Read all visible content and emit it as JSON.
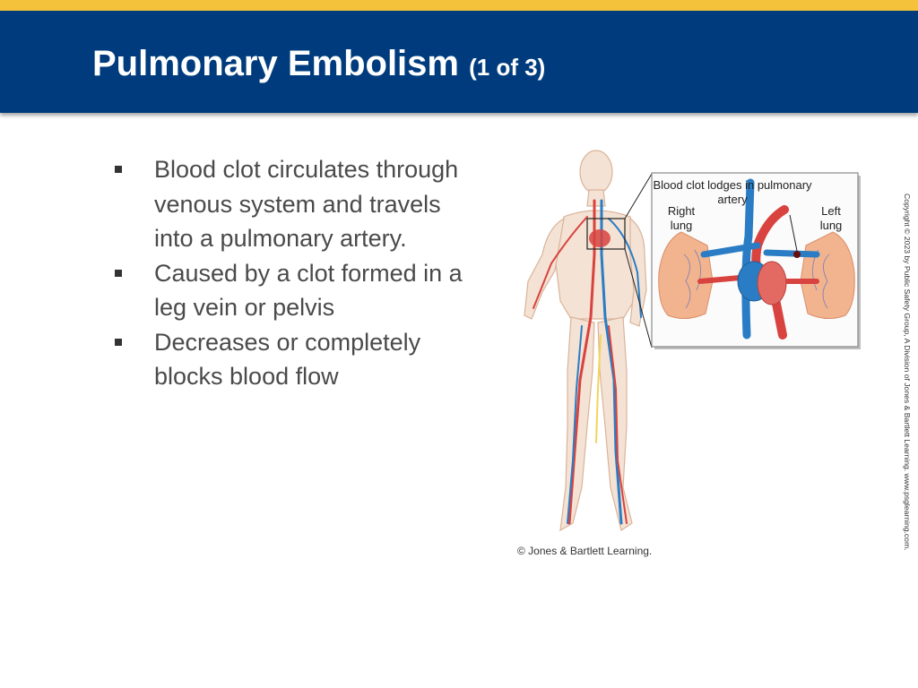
{
  "header": {
    "title": "Pulmonary Embolism",
    "subtitle": "(1 of 3)"
  },
  "bullets": [
    "Blood clot circulates through venous system and travels into a pulmonary artery.",
    "Caused by a clot formed in a leg vein or pelvis",
    "Decreases or completely blocks blood flow"
  ],
  "figure": {
    "callout": "Blood clot lodges in pulmonary artery",
    "right_lung": "Right lung",
    "left_lung": "Left lung",
    "credit": "© Jones & Bartlett Learning."
  },
  "copyright": "Copyright © 2023 by Public Safety Group, A Division of Jones & Bartlett Learning. www.psglearning.com.",
  "colors": {
    "header_blue": "#003c7d",
    "accent_gold": "#f5c33b",
    "artery_red": "#d8433f",
    "vein_blue": "#2a7dc4"
  }
}
